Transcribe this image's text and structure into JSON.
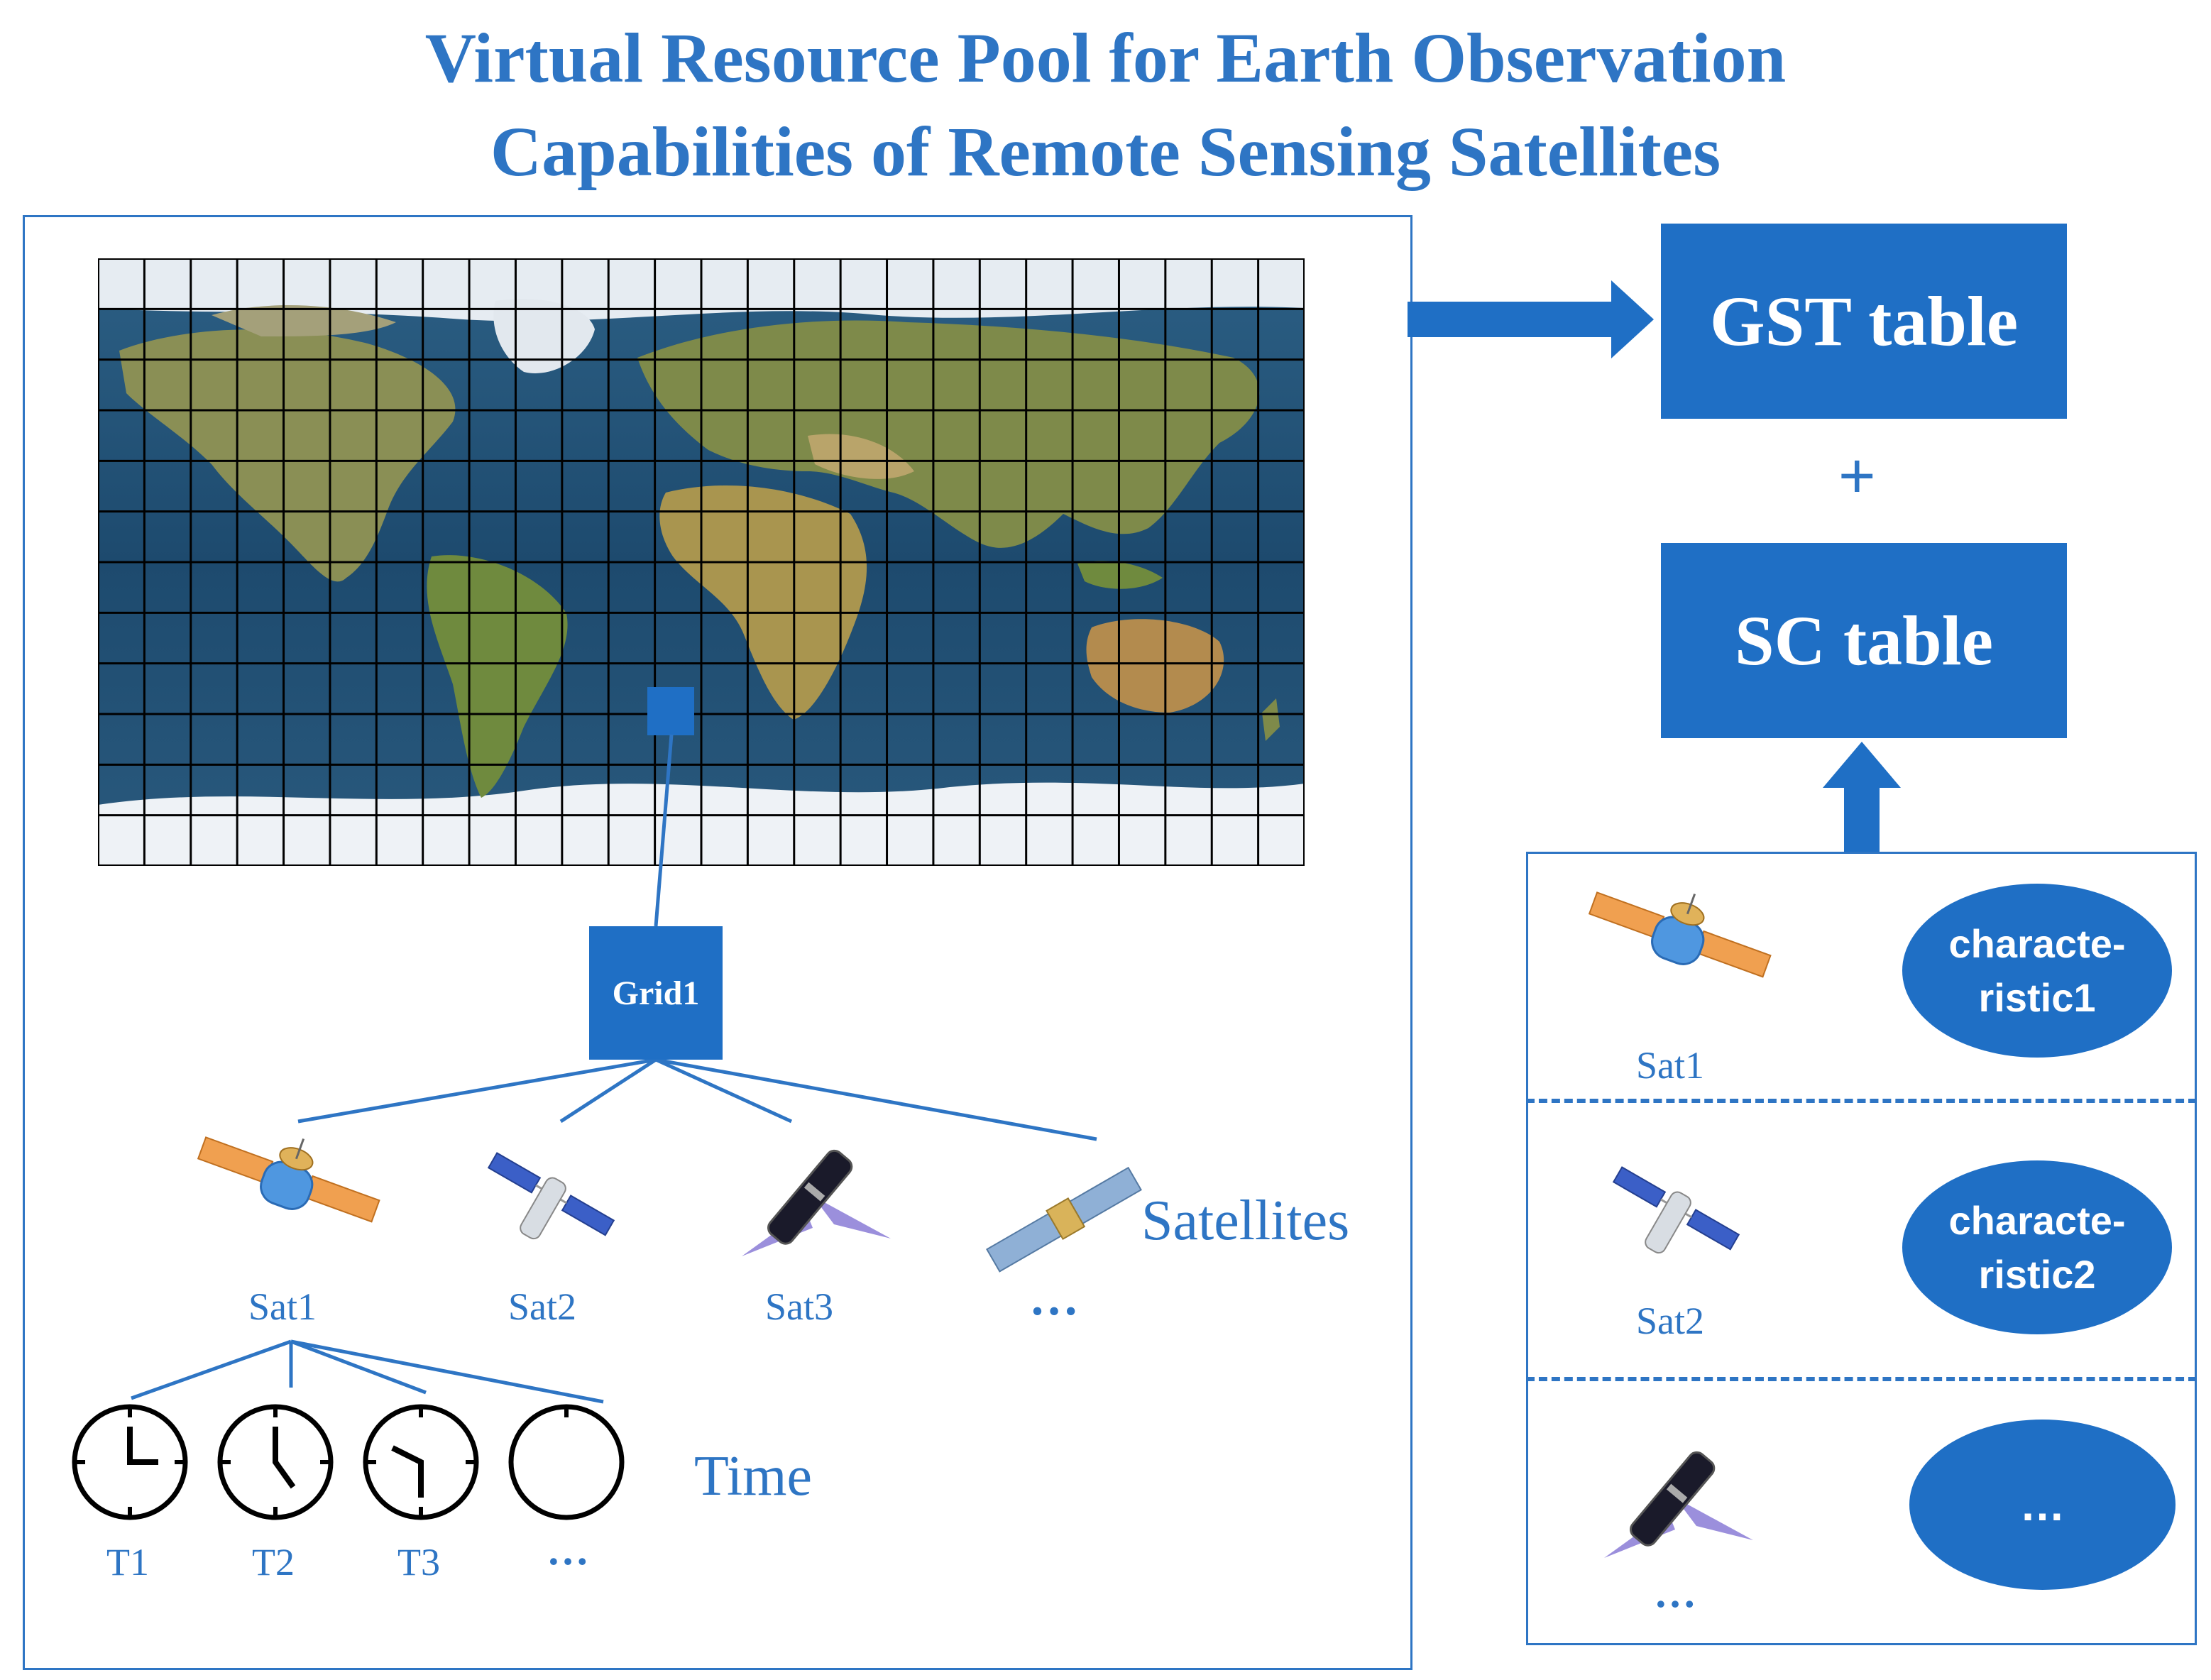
{
  "title": {
    "line1": "Virtual Resource Pool for Earth Observation",
    "line2": "Capabilities of Remote Sensing Satellites"
  },
  "grid_box": "Grid1",
  "satellites": {
    "group_label": "Satellites",
    "items": [
      "Sat1",
      "Sat2",
      "Sat3",
      "…"
    ]
  },
  "time": {
    "group_label": "Time",
    "items": [
      "T1",
      "T2",
      "T3",
      "…"
    ]
  },
  "tables": {
    "gst": "GST table",
    "plus": "+",
    "sc": "SC table"
  },
  "characteristics": [
    {
      "sat": "Sat1",
      "line1": "characte-",
      "line2": "ristic1"
    },
    {
      "sat": "Sat2",
      "line1": "characte-",
      "line2": "ristic2"
    },
    {
      "sat": "…",
      "line1": "…",
      "line2": ""
    }
  ],
  "colors": {
    "accent": "#2e75c4",
    "box_fill": "#1f6fc5",
    "ocean": "#1f4d73",
    "land": "#7f8c4a",
    "ice": "#e8eef4"
  }
}
